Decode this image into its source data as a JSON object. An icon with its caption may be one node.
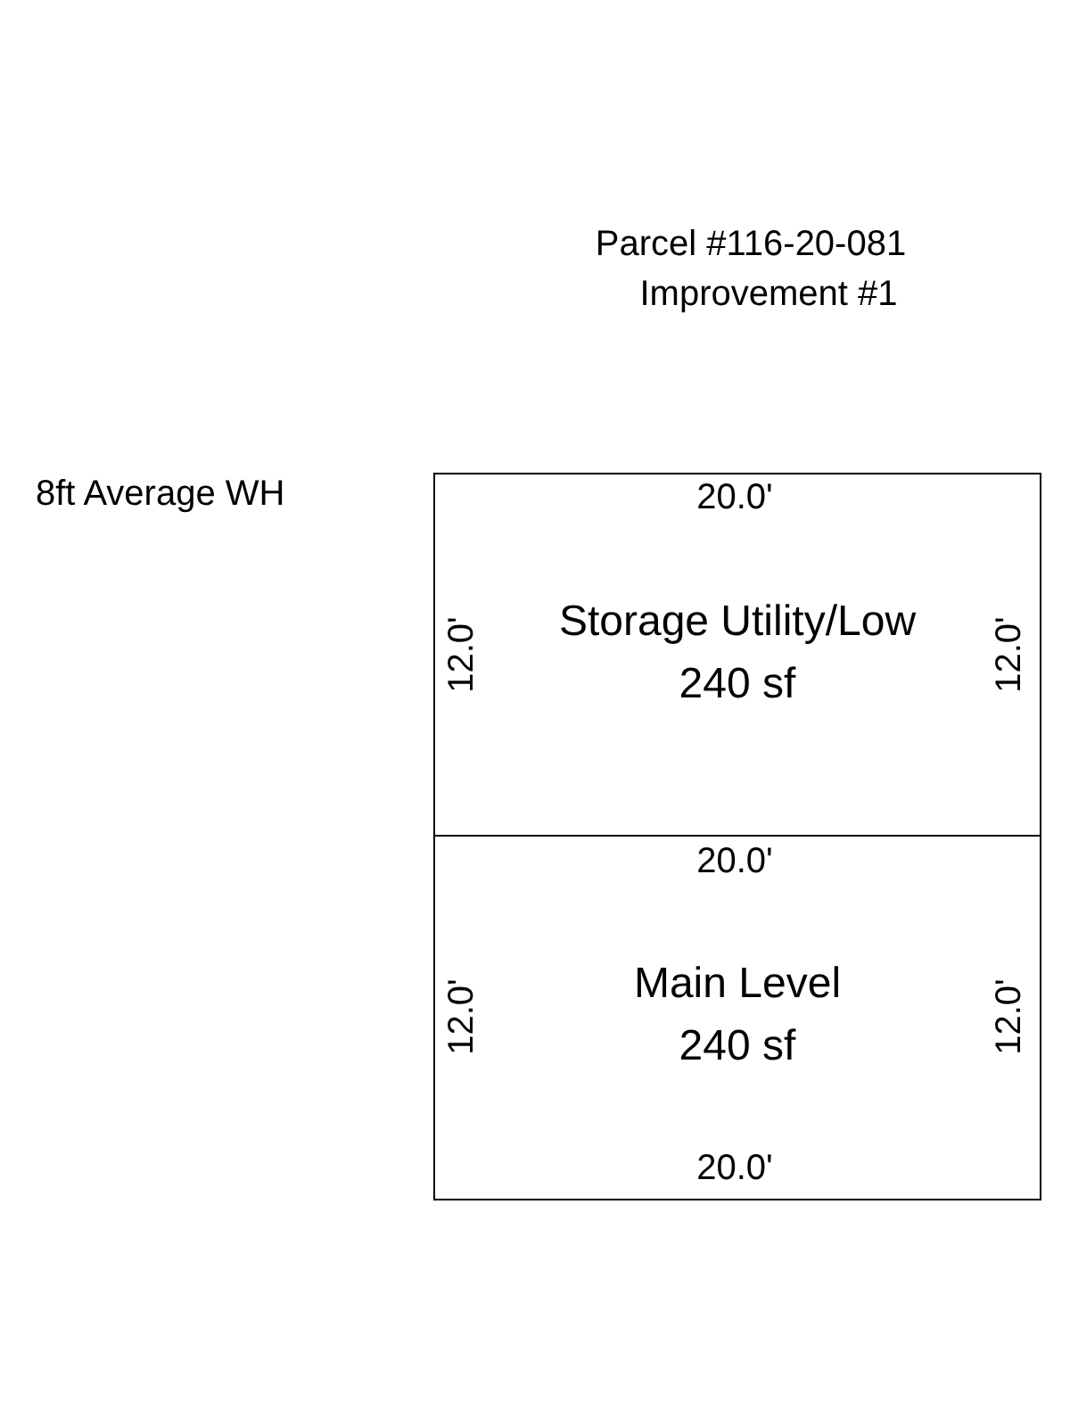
{
  "diagram": {
    "nodes": [
      {
        "text": [
          "Storage Utility/Low",
          "240 sf"
        ]
      },
      {
        "text": [
          "Main Level",
          "240 sf"
        ]
      }
    ],
    "labels": [
      "Parcel #116-20-081",
      "Improvement #1",
      "8ft Average WH",
      "20.0'",
      "12.0'",
      "12.0'",
      "20.0'",
      "12.0'",
      "12.0'",
      "20.0'"
    ]
  }
}
